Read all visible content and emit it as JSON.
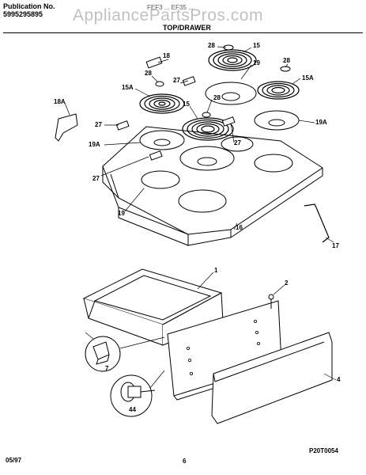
{
  "header": {
    "publication_label": "Publication No.",
    "publication_number": "5995295895",
    "model": "FEF3 ... EF35 ...",
    "section_title": "TOP/DRAWER"
  },
  "watermark": "AppliancePartsPros.com",
  "callouts": {
    "c1": "1",
    "c2": "2",
    "c4": "4",
    "c7": "7",
    "c15_top": "15",
    "c15_mid": "15",
    "c15a_left": "15A",
    "c15a_right": "15A",
    "c16": "16",
    "c17": "17",
    "c18": "18",
    "c18a": "18A",
    "c19_top": "19",
    "c19_bottom": "19",
    "c19a_left": "19A",
    "c19a_right": "19A",
    "c27_a": "27",
    "c27_b": "27",
    "c27_c": "27",
    "c27_d": "27",
    "c28_top": "28",
    "c28_left": "28",
    "c28_right": "28",
    "c28_mid": "28",
    "c44": "44"
  },
  "footer": {
    "date": "05/97",
    "page_number": "6",
    "figure_code": "P20T0054"
  }
}
